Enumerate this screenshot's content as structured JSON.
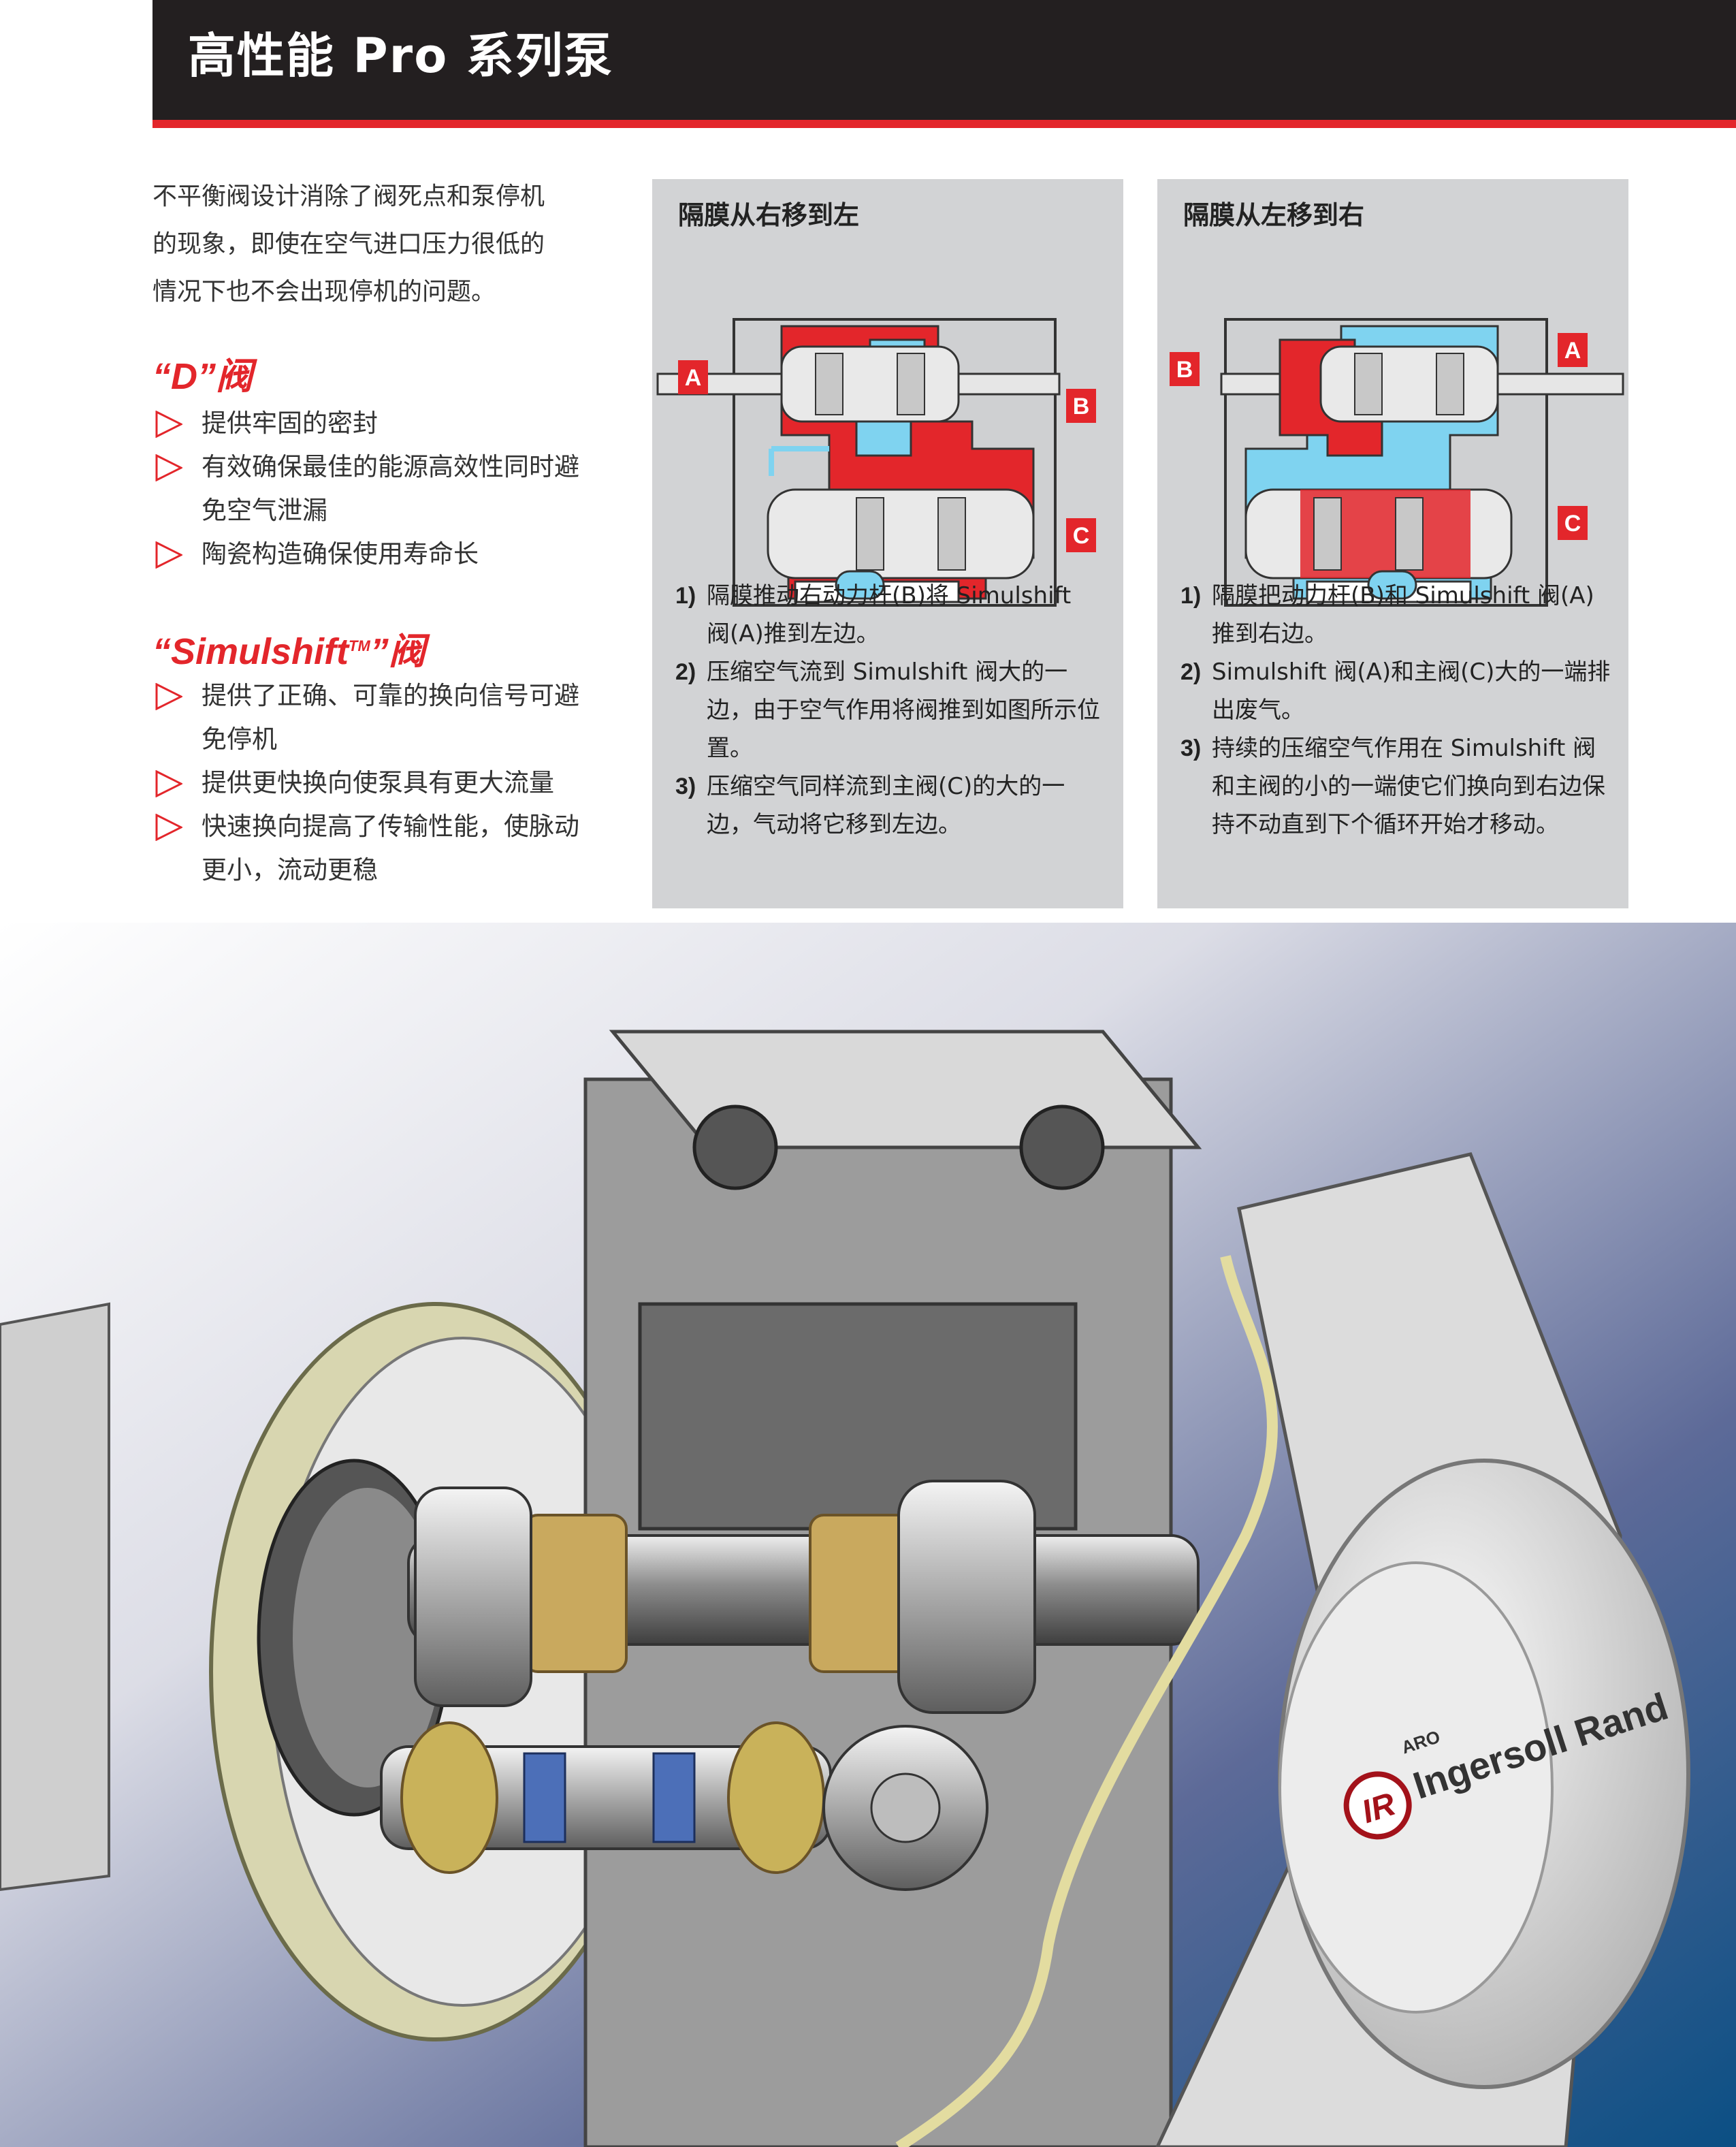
{
  "header": {
    "title": "高性能 Pro 系列泵"
  },
  "intro": {
    "lines": [
      "不平衡阀设计消除了阀死点和泵停机",
      "的现象，即使在空气进口压力很低的",
      "情况下也不会出现停机的问题。"
    ]
  },
  "d_valve": {
    "title": "“D”阀",
    "bullets": [
      "提供牢固的密封",
      "有效确保最佳的能源高效性同时避",
      "免空气泄漏",
      "陶瓷构造确保使用寿命长"
    ]
  },
  "simulshift": {
    "title_main": "“Simulshift",
    "title_tm": "TM",
    "title_end": "”阀",
    "bullets": [
      "提供了正确、可靠的换向信号可避",
      "免停机",
      "提供更快换向使泵具有更大流量",
      "快速换向提高了传输性能，使脉动",
      "更小，流动更稳"
    ]
  },
  "panel_left": {
    "title": "隔膜从右移到左",
    "labels": {
      "a": "A",
      "b": "B",
      "c": "C"
    },
    "steps": [
      {
        "num": "1)",
        "text": "隔膜推动右动力杆(B)将 Simulshift 阀(A)推到左边。"
      },
      {
        "num": "2)",
        "text": "压缩空气流到 Simulshift 阀大的一边，由于空气作用将阀推到如图所示位置。"
      },
      {
        "num": "3)",
        "text": "压缩空气同样流到主阀(C)的大的一边，气动将它移到左边。"
      }
    ]
  },
  "panel_right": {
    "title": "隔膜从左移到右",
    "labels": {
      "a": "A",
      "b": "B",
      "c": "C"
    },
    "steps": [
      {
        "num": "1)",
        "text": "隔膜把动力杆(B)和 Simulshift 阀(A)推到右边。"
      },
      {
        "num": "2)",
        "text": "Simulshift 阀(A)和主阀(C)大的一端排出废气。"
      },
      {
        "num": "3)",
        "text": "持续的压缩空气作用在 Simulshift 阀和主阀的小的一端使它们换向到右边保持不动直到下个循环开始才移动。"
      }
    ]
  },
  "illustration": {
    "brand_small": "ARO",
    "brand": "Ingersoll Rand",
    "logo": "IR"
  },
  "colors": {
    "accent": "#e3262b",
    "panel": "#d2d3d5",
    "air": "#7fd3f0",
    "header": "#231f20"
  }
}
